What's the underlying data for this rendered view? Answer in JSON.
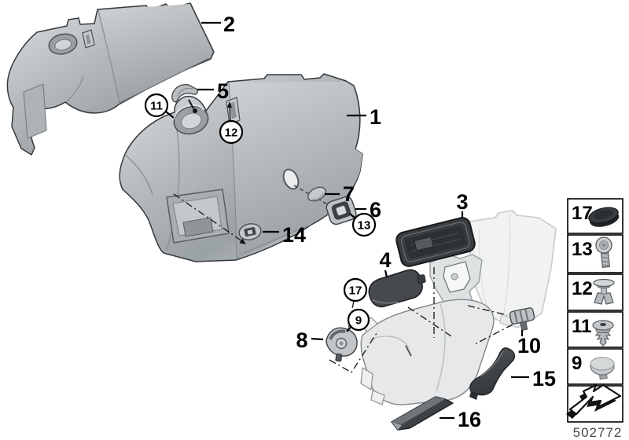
{
  "diagram": {
    "drawing_number": "502772"
  },
  "colors": {
    "panel_gray": "#b3b8bb",
    "panel_shadow": "#989fa3",
    "dark_part": "#3f4245",
    "ghost_part": "#f0f1f2",
    "outline": "#35393c",
    "label": "#000000"
  },
  "callouts": {
    "c1": {
      "label": "1",
      "circled": false
    },
    "c2": {
      "label": "2",
      "circled": false
    },
    "c3": {
      "label": "3",
      "circled": false
    },
    "c4": {
      "label": "4",
      "circled": false
    },
    "c5": {
      "label": "5",
      "circled": false
    },
    "c6": {
      "label": "6",
      "circled": false
    },
    "c7": {
      "label": "7",
      "circled": false
    },
    "c8": {
      "label": "8",
      "circled": false
    },
    "c9": {
      "label": "9",
      "circled": true
    },
    "c10": {
      "label": "10",
      "circled": false
    },
    "c11": {
      "label": "11",
      "circled": true
    },
    "c12": {
      "label": "12",
      "circled": true
    },
    "c13": {
      "label": "13",
      "circled": true
    },
    "c14": {
      "label": "14",
      "circled": false
    },
    "c15": {
      "label": "15",
      "circled": false
    },
    "c16": {
      "label": "16",
      "circled": false
    },
    "c17": {
      "label": "17",
      "circled": true
    }
  },
  "legend": {
    "items": [
      {
        "label": "17",
        "icon": "blind-plug-icon"
      },
      {
        "label": "13",
        "icon": "torx-screw-icon"
      },
      {
        "label": "12",
        "icon": "expanding-rivet-icon"
      },
      {
        "label": "11",
        "icon": "grommet-clip-icon"
      },
      {
        "label": "9",
        "icon": "cap-plug-icon"
      }
    ],
    "direction_box_icon": "installation-direction-arrow-icon"
  }
}
